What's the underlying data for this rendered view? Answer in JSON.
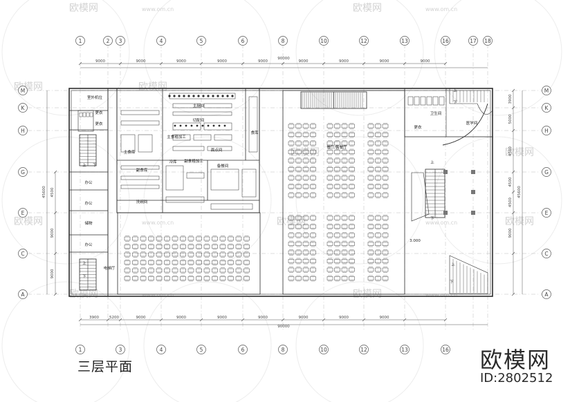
{
  "title": "三层平面",
  "brand": "欧模网",
  "image_id": "ID:2802512",
  "watermark": {
    "logo_text": "欧模网",
    "url_text": "www.om.cn"
  },
  "grid": {
    "columns_top": [
      "1",
      "2",
      "3",
      "4",
      "5",
      "6",
      "8",
      "10",
      "12",
      "13",
      "16",
      "17",
      "18"
    ],
    "columns_bottom": [
      "1",
      "3",
      "4",
      "5",
      "6",
      "8",
      "10",
      "12",
      "13",
      "16"
    ],
    "rows": [
      "M",
      "K",
      "H",
      "G",
      "E",
      "C",
      "A"
    ],
    "top_dims": [
      "9000",
      "9000",
      "9000",
      "9000",
      "9000",
      "9000",
      "9000",
      "9000",
      "9000"
    ],
    "top_total": "90000",
    "bottom_dims": [
      "3900",
      "5200",
      "9000",
      "9000",
      "9000",
      "9000",
      "9000",
      "9000",
      "9000"
    ],
    "bottom_total": "90000",
    "left_dims": [
      "4500",
      "4500",
      "9000",
      "9000"
    ],
    "left_total": "45600",
    "right_dims": [
      "3900",
      "5000",
      "4500",
      "4500",
      "4500",
      "9000"
    ],
    "right_total": "45600"
  },
  "rooms": {
    "left_block": [
      "室外机位",
      "更衣",
      "更衣",
      "办公",
      "办公",
      "储物",
      "办公",
      "电梯厅"
    ],
    "kitchen": [
      "主厨间",
      "切配间",
      "主食粗加工",
      "面点间",
      "副食粗加工",
      "备餐间",
      "洗碗间",
      "冷库",
      "主食库",
      "副食库",
      "食库"
    ],
    "dining": "餐厅/售餐厅",
    "right_block": [
      "更衣",
      "卫生间",
      "医学间"
    ],
    "level_mark": "3.000",
    "stair_up": "上",
    "stair_down": "下"
  },
  "colors": {
    "line": "#2c2c2c",
    "grid": "#555555",
    "hatch": "#9a9a9a",
    "watermark": "#d2d2d2"
  }
}
